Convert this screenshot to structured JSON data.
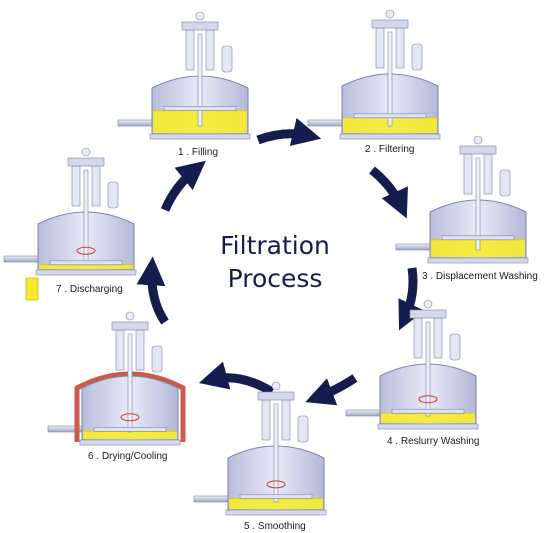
{
  "title": {
    "line1": "Filtration",
    "line2": "Process"
  },
  "steps": [
    {
      "number": "1",
      "label": "1 . Filling",
      "fill_level": 0.45,
      "state": "filling"
    },
    {
      "number": "2",
      "label": "2 . Filtering",
      "fill_level": 0.3,
      "state": "filtering"
    },
    {
      "number": "3",
      "label": "3 . Displacement Washing",
      "fill_level": 0.35,
      "state": "washing"
    },
    {
      "number": "4",
      "label": "4 . Reslurry Washing",
      "fill_level": 0.2,
      "state": "reslurry"
    },
    {
      "number": "5",
      "label": "5 . Smoothing",
      "fill_level": 0.2,
      "state": "smoothing"
    },
    {
      "number": "6",
      "label": "6 . Drying/Cooling",
      "fill_level": 0.15,
      "state": "drying"
    },
    {
      "number": "7",
      "label": "7 . Discharging",
      "fill_level": 0.1,
      "state": "discharging"
    }
  ],
  "colors": {
    "vessel_body": "#c9cde6",
    "vessel_top": "#e7e9f5",
    "vessel_outline": "#7e84a8",
    "product": "#f5ec2b",
    "product_dark": "#e1c818",
    "arrow": "#141d4e",
    "heating_jacket": "#cc5a4a",
    "rotation_mark": "#d23b2b",
    "title": "#141d4e"
  }
}
